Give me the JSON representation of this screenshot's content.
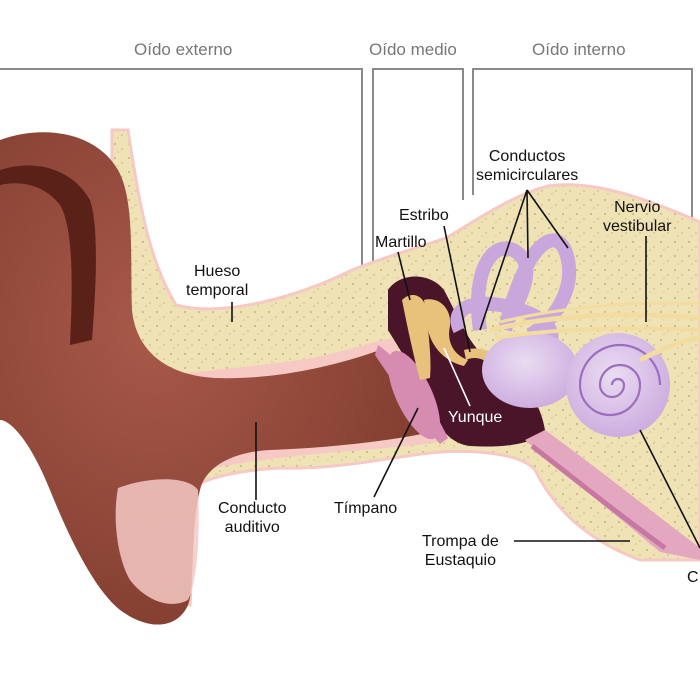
{
  "sections": {
    "outer": "Oído externo",
    "middle": "Oído medio",
    "inner": "Oído interno"
  },
  "labels": {
    "hueso_temporal_1": "Hueso",
    "hueso_temporal_2": "temporal",
    "martillo": "Martillo",
    "estribo": "Estribo",
    "conductos_1": "Conductos",
    "conductos_2": "semicirculares",
    "nervio_1": "Nervio",
    "nervio_2": "vestibular",
    "yunque": "Yunque",
    "conducto_1": "Conducto",
    "conducto_2": "auditivo",
    "timpano": "Tímpano",
    "trompa_1": "Trompa de",
    "trompa_2": "Eustaquio",
    "coclea_partial": "C"
  },
  "colors": {
    "bracket": "#8a8a8a",
    "bone": "#efe3b6",
    "bone_dots": "#cdbb86",
    "ear_skin": "#7c3a2c",
    "ear_dark": "#5a2118",
    "ear_light": "#a8594a",
    "canal_lining": "#f6c9c4",
    "cavity": "#4a1528",
    "tympanum": "#d68bb0",
    "ossicle": "#e8c27a",
    "inner_ear": "#c9a6dc",
    "inner_ear_dark": "#9b6fbd",
    "nerve": "#f3dca0",
    "tube": "#e4a7c0"
  }
}
